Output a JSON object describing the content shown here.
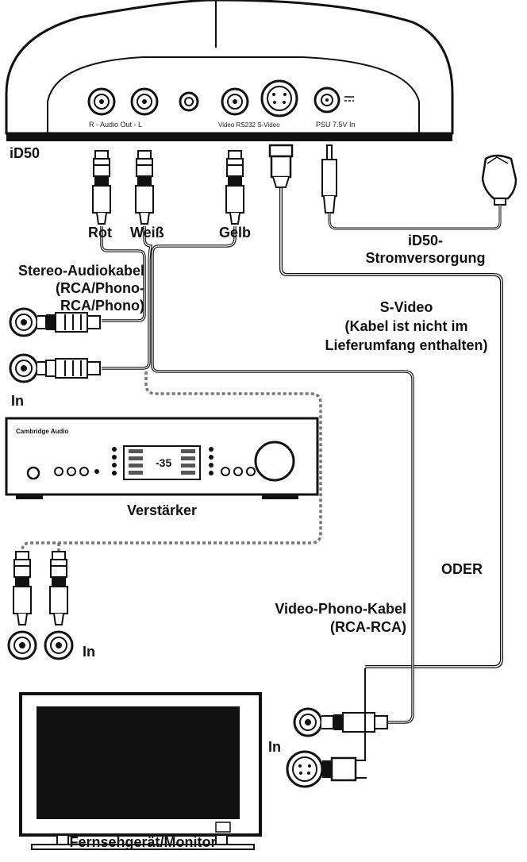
{
  "device": {
    "name": "iD50",
    "panel": {
      "audio_out": "R - Audio Out - L",
      "video_rs232": "Video RS232 S-Video",
      "psu": "PSU 7.5V In"
    }
  },
  "plugs": {
    "red": "Rot",
    "white": "Weiß",
    "yellow": "Gelb"
  },
  "power": {
    "line1": "iD50-",
    "line2": "Stromversorgung"
  },
  "audio_cable": {
    "line1": "Stereo-Audiokabel",
    "line2": "(RCA/Phono-",
    "line3": "RCA/Phono)"
  },
  "svideo": {
    "line1": "S-Video",
    "line2": "(Kabel ist nicht im",
    "line3": "Lieferumfang enthalten)"
  },
  "input_label": "In",
  "amplifier": {
    "label": "Verstärker",
    "brand": "Cambridge Audio",
    "display_value": "-35"
  },
  "or_label": "ODER",
  "video_cable": {
    "line1": "Video-Phono-Kabel",
    "line2": "(RCA-RCA)"
  },
  "tv_label": "Fernsehgerät/Monitor"
}
